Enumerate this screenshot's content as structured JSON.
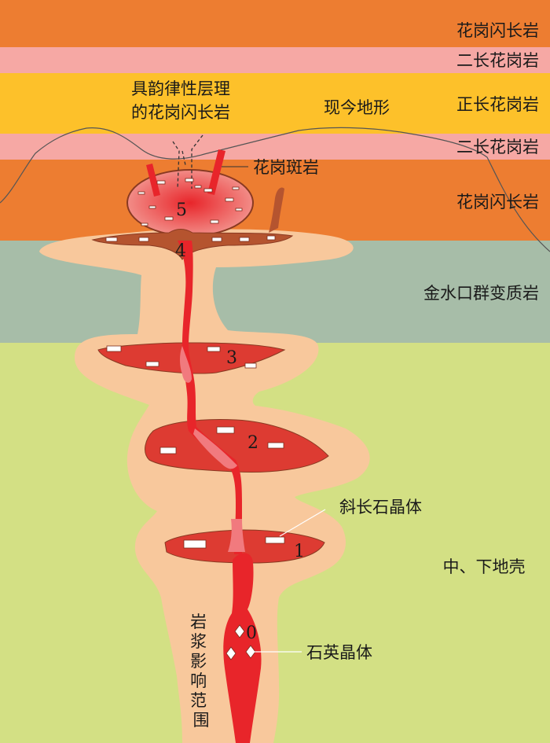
{
  "layers": [
    {
      "label": "花岗闪长岩",
      "color": "#ed7d31"
    },
    {
      "label": "二长花岗岩",
      "color": "#f6a8a4"
    },
    {
      "label": "正长花岗岩",
      "color": "#fdc12a"
    },
    {
      "label": "二长花岗岩",
      "color": "#f6a8a4"
    },
    {
      "label": "花岗闪长岩",
      "color": "#ed7d31"
    },
    {
      "label": "金水口群变质岩",
      "color": "#a7bda8"
    },
    {
      "label": "中、下地壳",
      "color": "#d3e084"
    }
  ],
  "annotations": {
    "layered_line1": "具韵律性层理",
    "layered_line2": "的花岗闪长岩",
    "topography": "现今地形",
    "porphyry": "花岗斑岩",
    "plagioclase": "斜长石晶体",
    "quartz": "石英晶体",
    "influence_range": "岩浆影响范围"
  },
  "stages": [
    "5",
    "4",
    "3",
    "2",
    "1",
    "0"
  ],
  "colors": {
    "halo": "#f8c89c",
    "chamber": "#dd3b32",
    "conduit": "#e8252a",
    "conduit_light": "#f17a7e",
    "dike": "#b5542f",
    "outline": "#8a3a22"
  }
}
